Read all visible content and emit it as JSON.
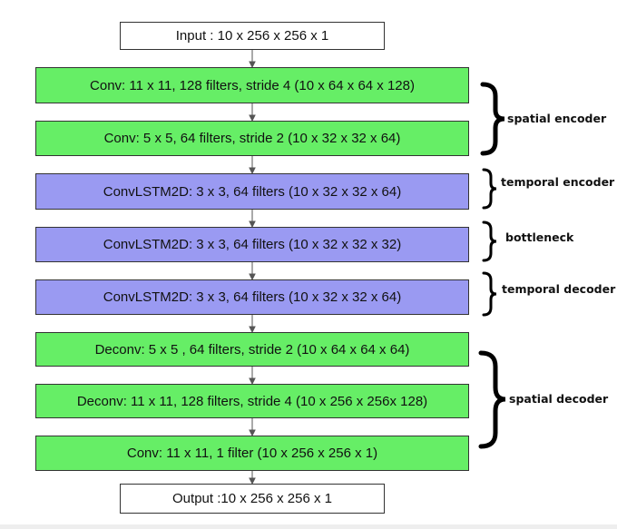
{
  "layers": {
    "input": "Input : 10 x 256 x 256 x 1",
    "conv1": "Conv: 11 x 11, 128 filters, stride 4 (10 x 64 x 64 x 128)",
    "conv2": "Conv: 5 x 5, 64 filters, stride 2 (10 x 32 x 32 x 64)",
    "lstm1": "ConvLSTM2D: 3 x 3, 64 filters (10 x 32 x 32 x 64)",
    "lstm2": "ConvLSTM2D: 3 x 3, 64 filters (10 x 32 x 32 x 32)",
    "lstm3": "ConvLSTM2D: 3 x 3, 64 filters (10 x 32 x 32 x 64)",
    "deconv1": "Deconv: 5 x 5 , 64 filters, stride 2 (10 x 64 x 64 x 64)",
    "deconv2": "Deconv: 11 x 11, 128 filters, stride 4 (10 x 256 x 256x 128)",
    "conv3": "Conv: 11 x 11, 1 filter (10 x 256 x 256 x 1)",
    "output": "Output :10 x 256 x 256 x 1"
  },
  "groups": {
    "spatial_encoder": "spatial encoder",
    "temporal_encoder": "temporal encoder",
    "bottleneck": "bottleneck",
    "temporal_decoder": "temporal decoder",
    "spatial_decoder": "spatial decoder"
  },
  "colors": {
    "conv_fill": "#66ee66",
    "lstm_fill": "#9a9af2",
    "io_fill": "#ffffff",
    "border": "#333333"
  }
}
